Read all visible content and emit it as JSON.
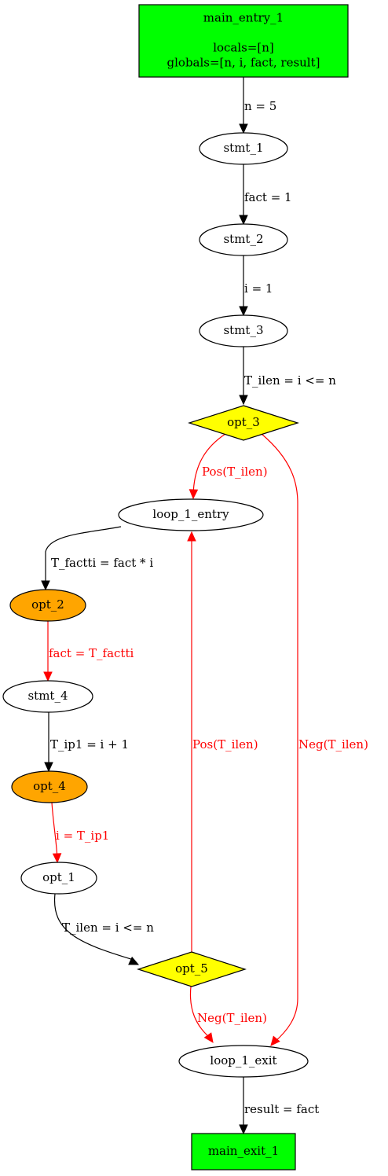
{
  "graph": {
    "nodes": {
      "main_entry": {
        "lines": [
          "main_entry_1",
          "",
          "locals=[n]",
          "globals=[n, i, fact, result]"
        ],
        "shape": "box",
        "fill": "#00ff00"
      },
      "stmt_1": {
        "lines": [
          "stmt_1"
        ],
        "shape": "ellipse",
        "fill": "#ffffff"
      },
      "stmt_2": {
        "lines": [
          "stmt_2"
        ],
        "shape": "ellipse",
        "fill": "#ffffff"
      },
      "stmt_3": {
        "lines": [
          "stmt_3"
        ],
        "shape": "ellipse",
        "fill": "#ffffff"
      },
      "opt_3": {
        "lines": [
          "opt_3"
        ],
        "shape": "diamond",
        "fill": "#ffff00"
      },
      "loop_1_entry": {
        "lines": [
          "loop_1_entry"
        ],
        "shape": "ellipse",
        "fill": "#ffffff"
      },
      "opt_2": {
        "lines": [
          "opt_2"
        ],
        "shape": "ellipse",
        "fill": "#ffa500"
      },
      "stmt_4": {
        "lines": [
          "stmt_4"
        ],
        "shape": "ellipse",
        "fill": "#ffffff"
      },
      "opt_4": {
        "lines": [
          "opt_4"
        ],
        "shape": "ellipse",
        "fill": "#ffa500"
      },
      "opt_1": {
        "lines": [
          "opt_1"
        ],
        "shape": "ellipse",
        "fill": "#ffffff"
      },
      "opt_5": {
        "lines": [
          "opt_5"
        ],
        "shape": "diamond",
        "fill": "#ffff00"
      },
      "loop_1_exit": {
        "lines": [
          "loop_1_exit"
        ],
        "shape": "ellipse",
        "fill": "#ffffff"
      },
      "main_exit": {
        "lines": [
          "main_exit_1"
        ],
        "shape": "box",
        "fill": "#00ff00"
      }
    },
    "edges": [
      {
        "from": "main_entry",
        "to": "stmt_1",
        "label": "n = 5",
        "color": "#000000"
      },
      {
        "from": "stmt_1",
        "to": "stmt_2",
        "label": "fact = 1",
        "color": "#000000"
      },
      {
        "from": "stmt_2",
        "to": "stmt_3",
        "label": "i = 1",
        "color": "#000000"
      },
      {
        "from": "stmt_3",
        "to": "opt_3",
        "label": "T_ilen = i <= n",
        "color": "#000000"
      },
      {
        "from": "opt_3",
        "to": "loop_1_entry",
        "label": "Pos(T_ilen)",
        "color": "#ff0000"
      },
      {
        "from": "opt_3",
        "to": "loop_1_exit",
        "label": "Neg(T_ilen)",
        "color": "#ff0000"
      },
      {
        "from": "loop_1_entry",
        "to": "opt_2",
        "label": "T_factti = fact * i",
        "color": "#000000"
      },
      {
        "from": "opt_2",
        "to": "stmt_4",
        "label": "fact = T_factti",
        "color": "#ff0000"
      },
      {
        "from": "stmt_4",
        "to": "opt_4",
        "label": "T_ip1 = i + 1",
        "color": "#000000"
      },
      {
        "from": "opt_4",
        "to": "opt_1",
        "label": "i = T_ip1",
        "color": "#ff0000"
      },
      {
        "from": "opt_1",
        "to": "opt_5",
        "label": "T_ilen = i <= n",
        "color": "#000000"
      },
      {
        "from": "opt_5",
        "to": "loop_1_entry",
        "label": "Pos(T_ilen)",
        "color": "#ff0000"
      },
      {
        "from": "opt_5",
        "to": "loop_1_exit",
        "label": "Neg(T_ilen)",
        "color": "#ff0000"
      },
      {
        "from": "loop_1_exit",
        "to": "main_exit",
        "label": "result = fact",
        "color": "#000000"
      }
    ]
  }
}
